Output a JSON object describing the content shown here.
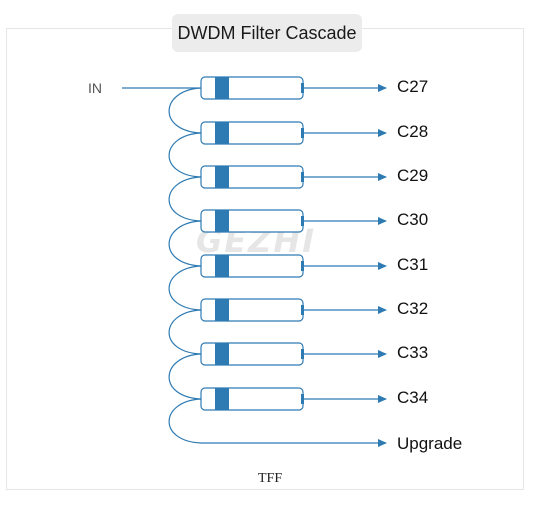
{
  "title": "DWDM Filter Cascade",
  "input_label": "IN",
  "channels": [
    "C27",
    "C28",
    "C29",
    "C30",
    "C31",
    "C32",
    "C33",
    "C34"
  ],
  "upgrade_label": "Upgrade",
  "footer_label": "TFF",
  "watermark": "GEZHI",
  "colors": {
    "line": "#2e7bb3",
    "filter_block": "#2e7bb3",
    "filter_body": "#ffffff",
    "frame": "#e6e6e6",
    "title_bg": "#ececec"
  }
}
